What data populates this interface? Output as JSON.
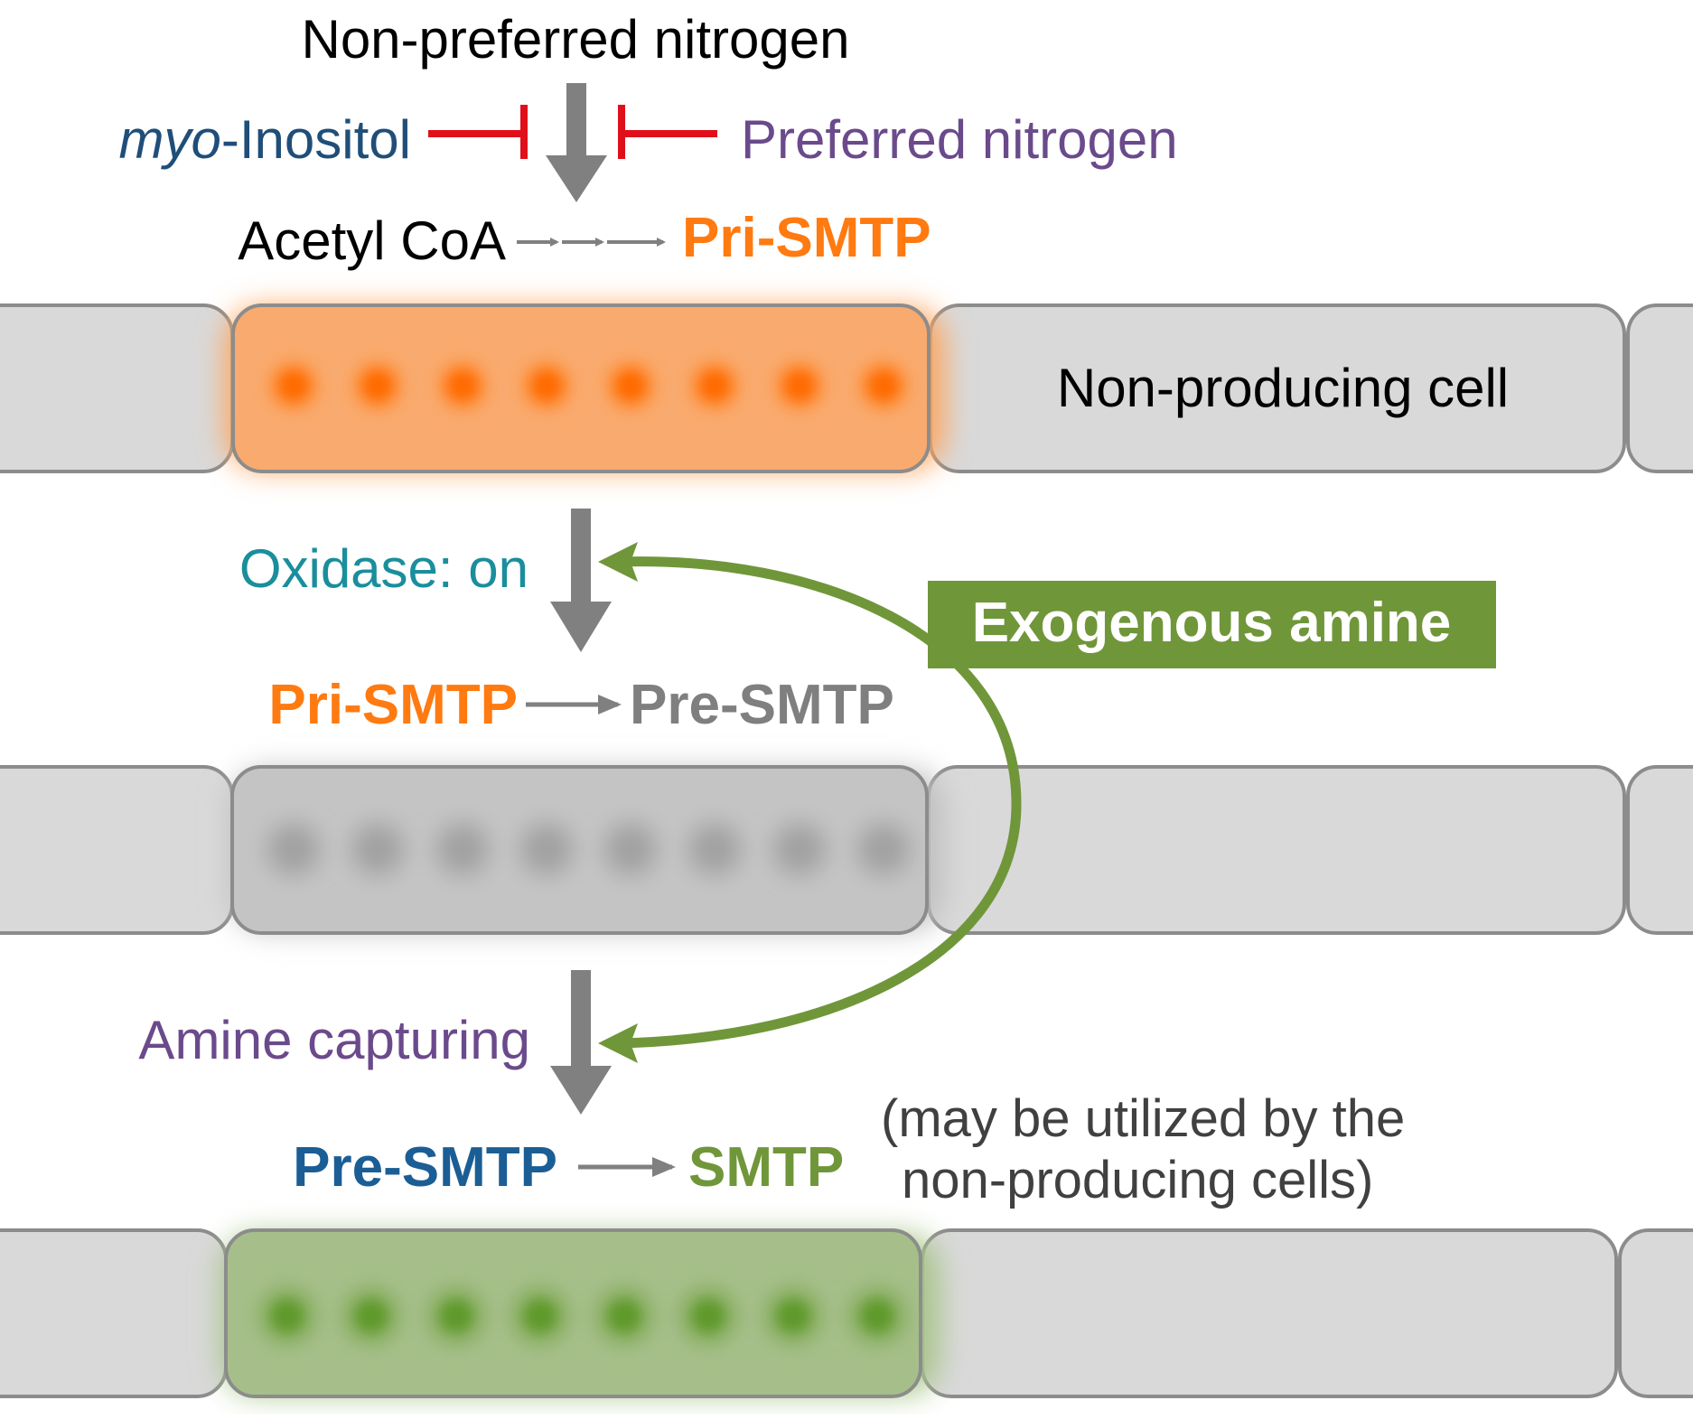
{
  "labels": {
    "non_preferred_nitrogen": "Non-preferred nitrogen",
    "myo_italic": "myo",
    "myo_rest": "-Inositol",
    "preferred_nitrogen": "Preferred nitrogen",
    "acetyl_coa": "Acetyl CoA",
    "pri_smtp_1": "Pri-SMTP",
    "non_producing_cell": "Non-producing cell",
    "oxidase_on": "Oxidase: on",
    "exogenous_amine": "Exogenous amine",
    "pri_smtp_2": "Pri-SMTP",
    "pre_smtp_1": "Pre-SMTP",
    "amine_capturing": "Amine capturing",
    "pre_smtp_2": "Pre-SMTP",
    "smtp": "SMTP",
    "note_line1": "(may be utilized by the",
    "note_line2": "non-producing cells)"
  },
  "colors": {
    "black": "#000000",
    "navy": "#1F4E79",
    "purple": "#6B4A8C",
    "orange": "#FF7A10",
    "teal": "#1A8E9C",
    "gray_text": "#7F7F7F",
    "green": "#70963A",
    "blue_text": "#1B5E95",
    "red": "#E0101A",
    "arrow_gray": "#808080",
    "cell_fill": "#D9D9D9",
    "cell_stroke": "#8C8C8C"
  },
  "icons": {
    "inhibition": "t-bar-inhibition-icon",
    "flow": "down-arrow-icon",
    "feedback": "curved-arrow-icon"
  }
}
